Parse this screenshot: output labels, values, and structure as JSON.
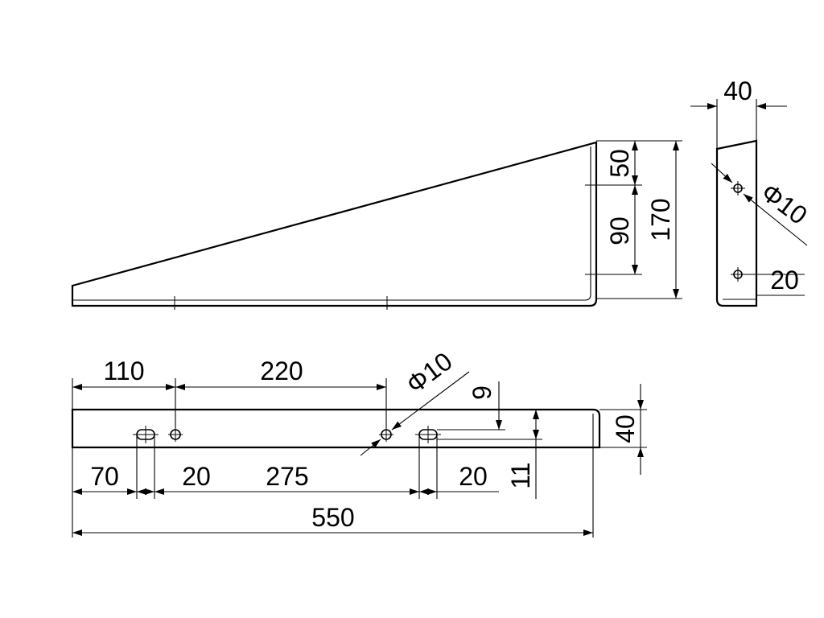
{
  "side_view": {
    "dims": {
      "upper_hole_offset": "50",
      "hole_spacing": "90",
      "height": "170"
    }
  },
  "end_view": {
    "dims": {
      "width": "40",
      "hole_diameter": "Φ10",
      "lower_hole_offset": "20"
    }
  },
  "plan_view": {
    "dims": {
      "first_hole_pos": "110",
      "hole_spacing": "220",
      "hole_diameter": "Φ10",
      "slot_offset_top": "9",
      "width": "40",
      "slot_left_pos": "70",
      "slot_left_length": "20",
      "slot_spacing": "275",
      "slot_right_length": "20",
      "slot_offset_bottom": "11",
      "total_length": "550"
    }
  }
}
